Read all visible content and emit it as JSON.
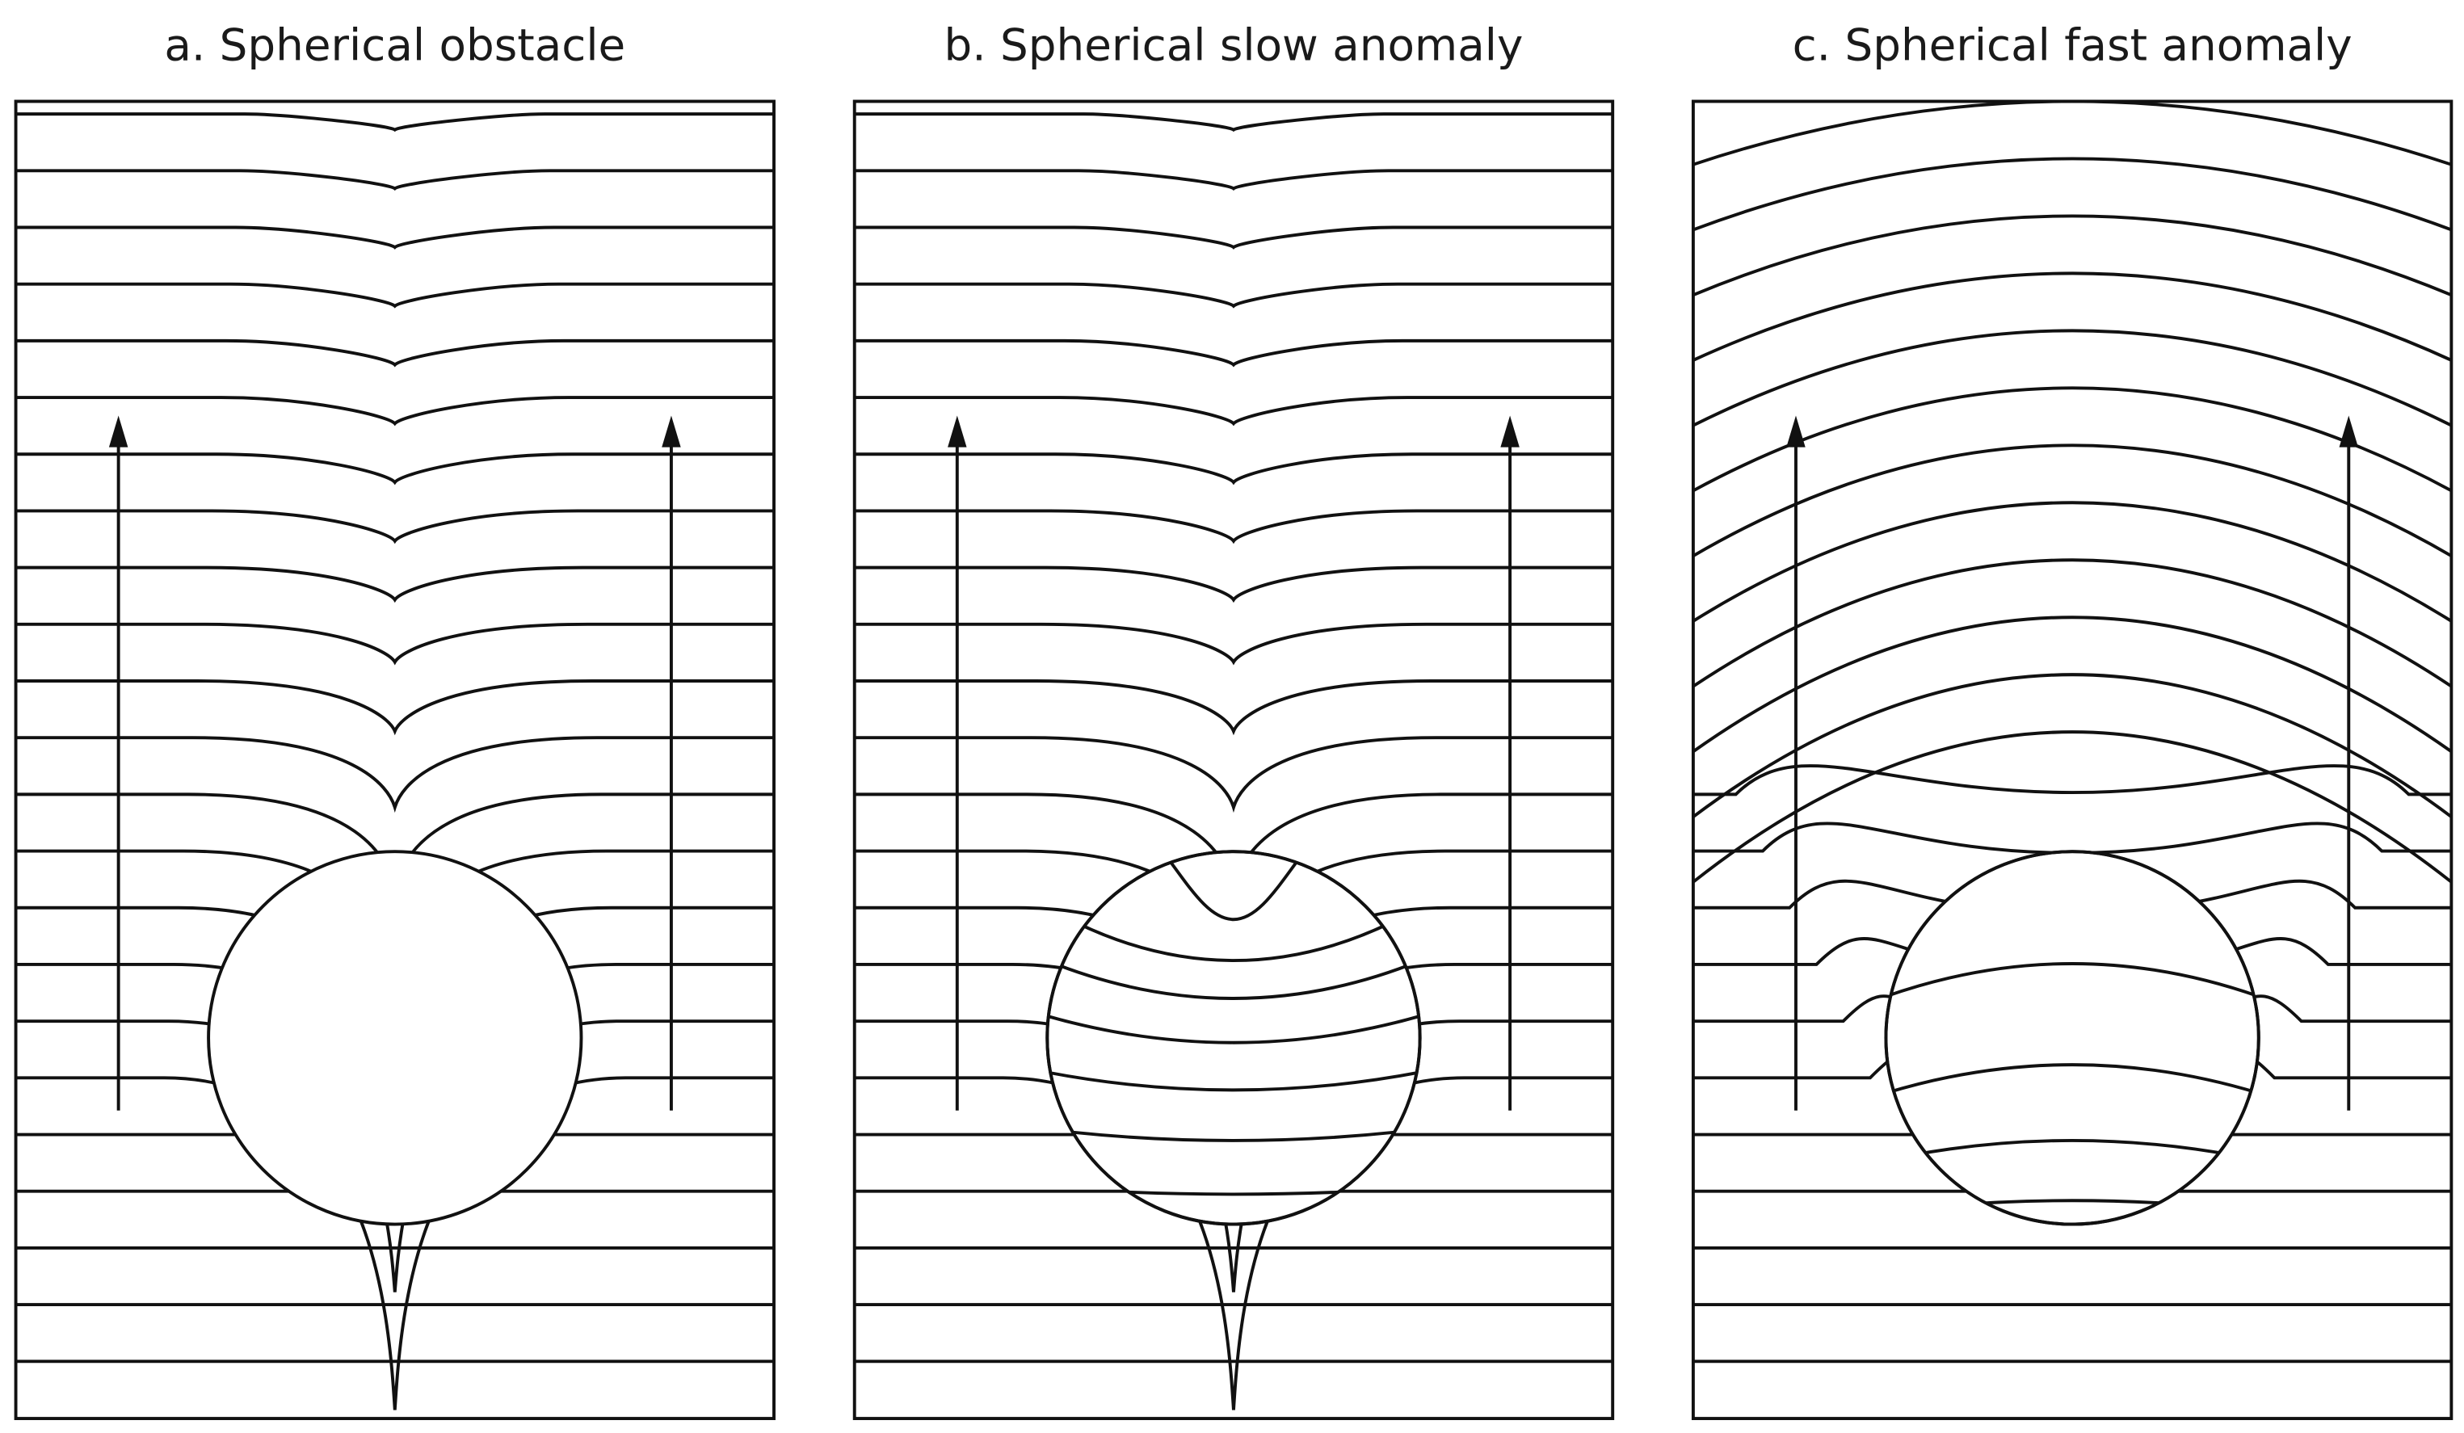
{
  "panels": [
    {
      "id": "a",
      "title": "a. Spherical obstacle"
    },
    {
      "id": "b",
      "title": "b. Spherical slow anomaly"
    },
    {
      "id": "c",
      "title": "c. Spherical fast anomaly"
    }
  ],
  "colors": {
    "stroke": "#111111",
    "background": "#ffffff"
  }
}
